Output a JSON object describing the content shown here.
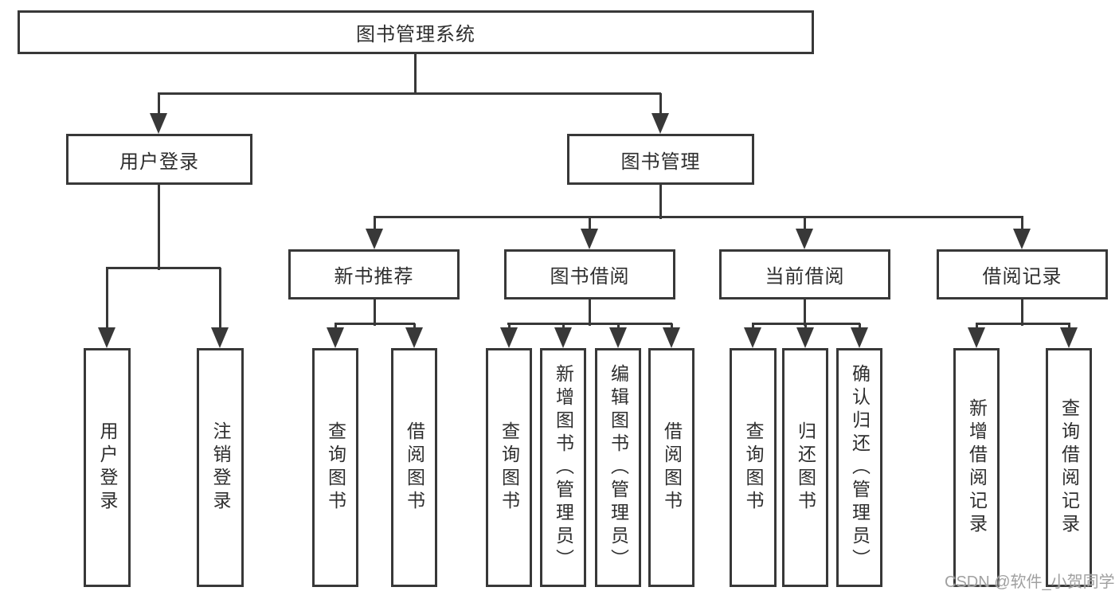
{
  "diagram": {
    "root": {
      "label": "图书管理系统"
    },
    "branches": [
      {
        "label": "用户登录",
        "children": [
          {
            "label": "用户登录"
          },
          {
            "label": "注销登录"
          }
        ]
      },
      {
        "label": "图书管理",
        "children": [
          {
            "label": "新书推荐",
            "children": [
              {
                "label": "查询图书"
              },
              {
                "label": "借阅图书"
              }
            ]
          },
          {
            "label": "图书借阅",
            "children": [
              {
                "label": "查询图书"
              },
              {
                "label": "新增图书（管理员）"
              },
              {
                "label": "编辑图书（管理员）"
              },
              {
                "label": "借阅图书"
              }
            ]
          },
          {
            "label": "当前借阅",
            "children": [
              {
                "label": "查询图书"
              },
              {
                "label": "归还图书"
              },
              {
                "label": "确认归还（管理员）"
              }
            ]
          },
          {
            "label": "借阅记录",
            "children": [
              {
                "label": "新增借阅记录"
              },
              {
                "label": "查询借阅记录"
              }
            ]
          }
        ]
      }
    ]
  },
  "watermark": {
    "text": "CSDN @软件_小贺同学"
  },
  "colors": {
    "line": "#383838",
    "box_border": "#383838",
    "box_fill": "#ffffff",
    "text": "#2e2e2e",
    "watermark": "#a0a0a0",
    "background": "#ffffff"
  }
}
